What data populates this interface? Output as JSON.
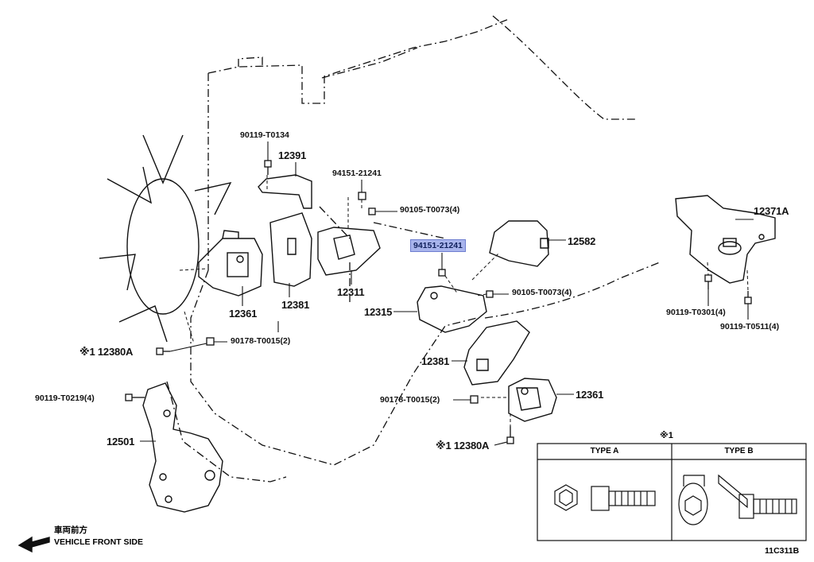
{
  "labels": {
    "p90119_T0134": "90119-T0134",
    "p12391": "12391",
    "p94151_21241_top": "94151-21241",
    "p90105_T0073_top": "90105-T0073(4)",
    "p94151_21241_hl": "94151-21241",
    "p12582": "12582",
    "p12371A": "12371A",
    "p90105_T0073_mid": "90105-T0073(4)",
    "p12361_left": "12361",
    "p12381_left": "12381",
    "p12311": "12311",
    "p12315": "12315",
    "p90119_T0301": "90119-T0301(4)",
    "p90119_T0511": "90119-T0511(4)",
    "p12380A_left": "※1 12380A",
    "p90178_T0015_top": "90178-T0015(2)",
    "p12381_right": "12381",
    "p90119_T0219": "90119-T0219(4)",
    "p90178_T0015_bot": "90178-T0015(2)",
    "p12361_right": "12361",
    "p12501": "12501",
    "p12380A_right": "※1 12380A"
  },
  "inset": {
    "note": "※1",
    "type_a": "TYPE A",
    "type_b": "TYPE B"
  },
  "footer": {
    "front_jp": "車両前方",
    "front_en": "VEHICLE FRONT SIDE",
    "code": "11C311B"
  },
  "colors": {
    "highlight": "#a8b4ec",
    "line": "#111111"
  }
}
